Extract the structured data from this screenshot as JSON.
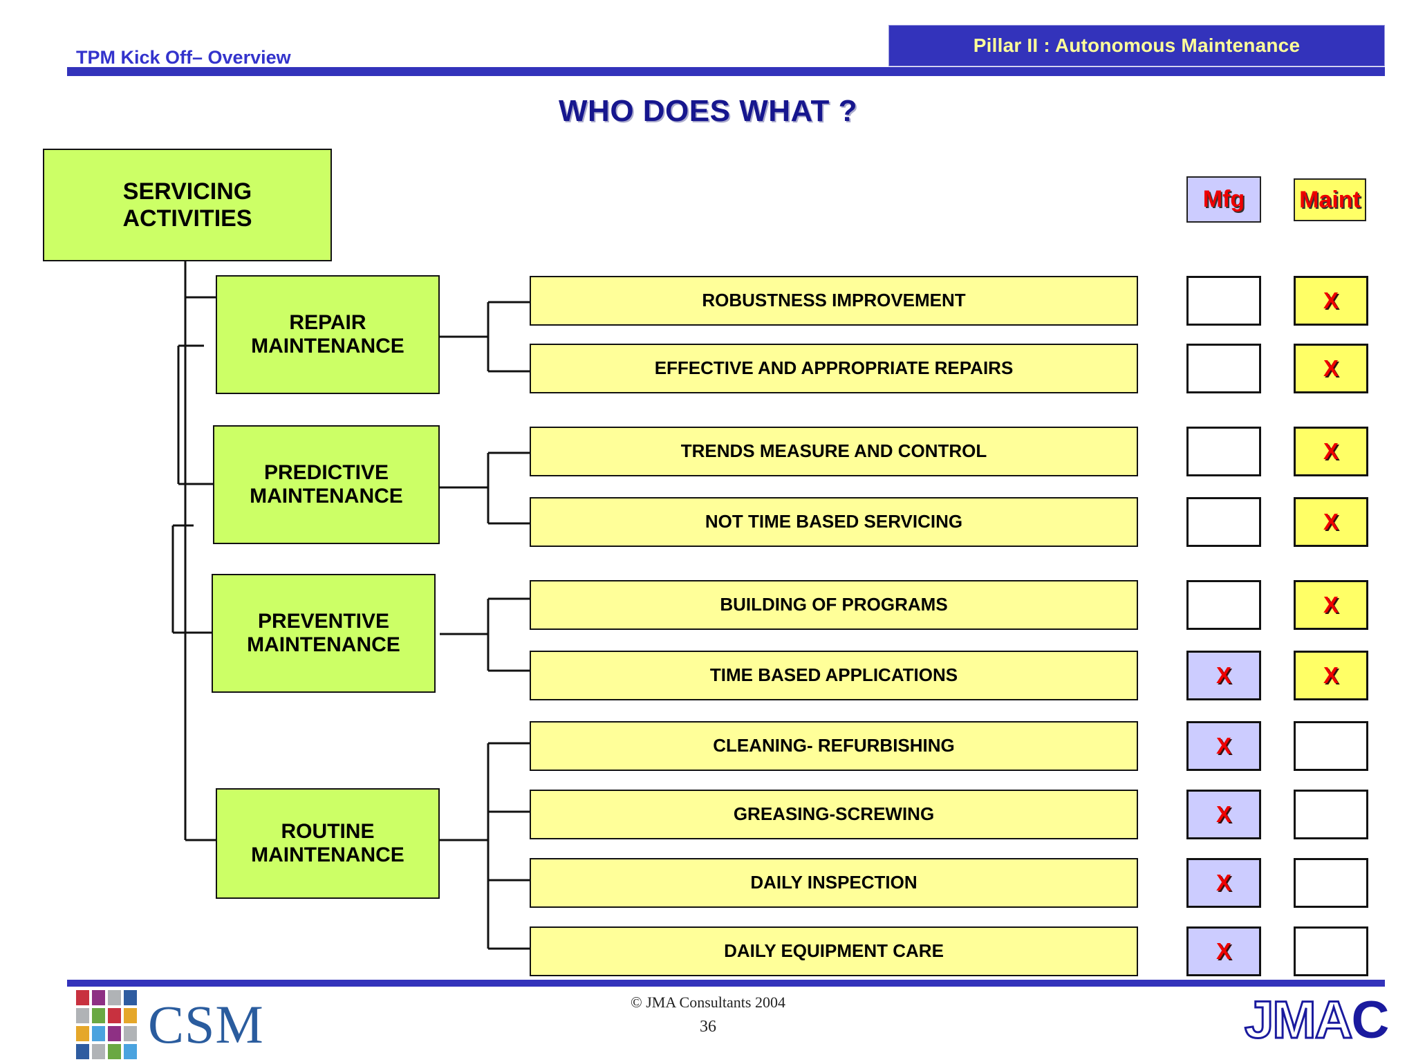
{
  "header": {
    "subtitle": "TPM Kick Off– Overview",
    "banner": "Pillar II : Autonomous Maintenance",
    "banner_bg": "#3333BB",
    "banner_fg": "#FFFF99",
    "accent": "#3333BB"
  },
  "title": "WHO DOES WHAT ?",
  "root": {
    "line1": "SERVICING",
    "line2": "ACTIVITIES",
    "color": "#CCFF66"
  },
  "columns": [
    {
      "key": "mfg",
      "label": "Mfg",
      "bg": "#CCCCFF"
    },
    {
      "key": "maint",
      "label": "Maint",
      "bg": "#FFFF66"
    }
  ],
  "mark": "X",
  "categories": [
    {
      "line1": "REPAIR",
      "line2": "MAINTENANCE"
    },
    {
      "line1": "PREDICTIVE",
      "line2": "MAINTENANCE"
    },
    {
      "line1": "PREVENTIVE",
      "line2": "MAINTENANCE"
    },
    {
      "line1": "ROUTINE",
      "line2": "MAINTENANCE"
    }
  ],
  "activities": [
    {
      "label": "ROBUSTNESS IMPROVEMENT",
      "mfg": false,
      "maint": true
    },
    {
      "label": "EFFECTIVE AND APPROPRIATE REPAIRS",
      "mfg": false,
      "maint": true
    },
    {
      "label": "TRENDS MEASURE AND CONTROL",
      "mfg": false,
      "maint": true
    },
    {
      "label": "NOT TIME BASED SERVICING",
      "mfg": false,
      "maint": true
    },
    {
      "label": "BUILDING OF PROGRAMS",
      "mfg": false,
      "maint": true
    },
    {
      "label": "TIME BASED APPLICATIONS",
      "mfg": true,
      "maint": true
    },
    {
      "label": "CLEANING- REFURBISHING",
      "mfg": true,
      "maint": false
    },
    {
      "label": "GREASING-SCREWING",
      "mfg": true,
      "maint": false
    },
    {
      "label": "DAILY INSPECTION",
      "mfg": true,
      "maint": false
    },
    {
      "label": "DAILY EQUIPMENT CARE",
      "mfg": true,
      "maint": false
    }
  ],
  "footer": {
    "copyright": "© JMA Consultants 2004",
    "page": "36",
    "csm_text": "CSM",
    "jmac_outline": "JMA",
    "jmac_solid": "C",
    "csm_colors": [
      "#c8313f",
      "#8e3084",
      "#b0b3b6",
      "#2f5ca0",
      "#b0b3b6",
      "#6aa843",
      "#c8313f",
      "#e5a72a",
      "#e5a72a",
      "#4aa3df",
      "#8e3084",
      "#b0b3b6",
      "#2f5ca0",
      "#b0b3b6",
      "#6aa843",
      "#4aa3df"
    ]
  }
}
